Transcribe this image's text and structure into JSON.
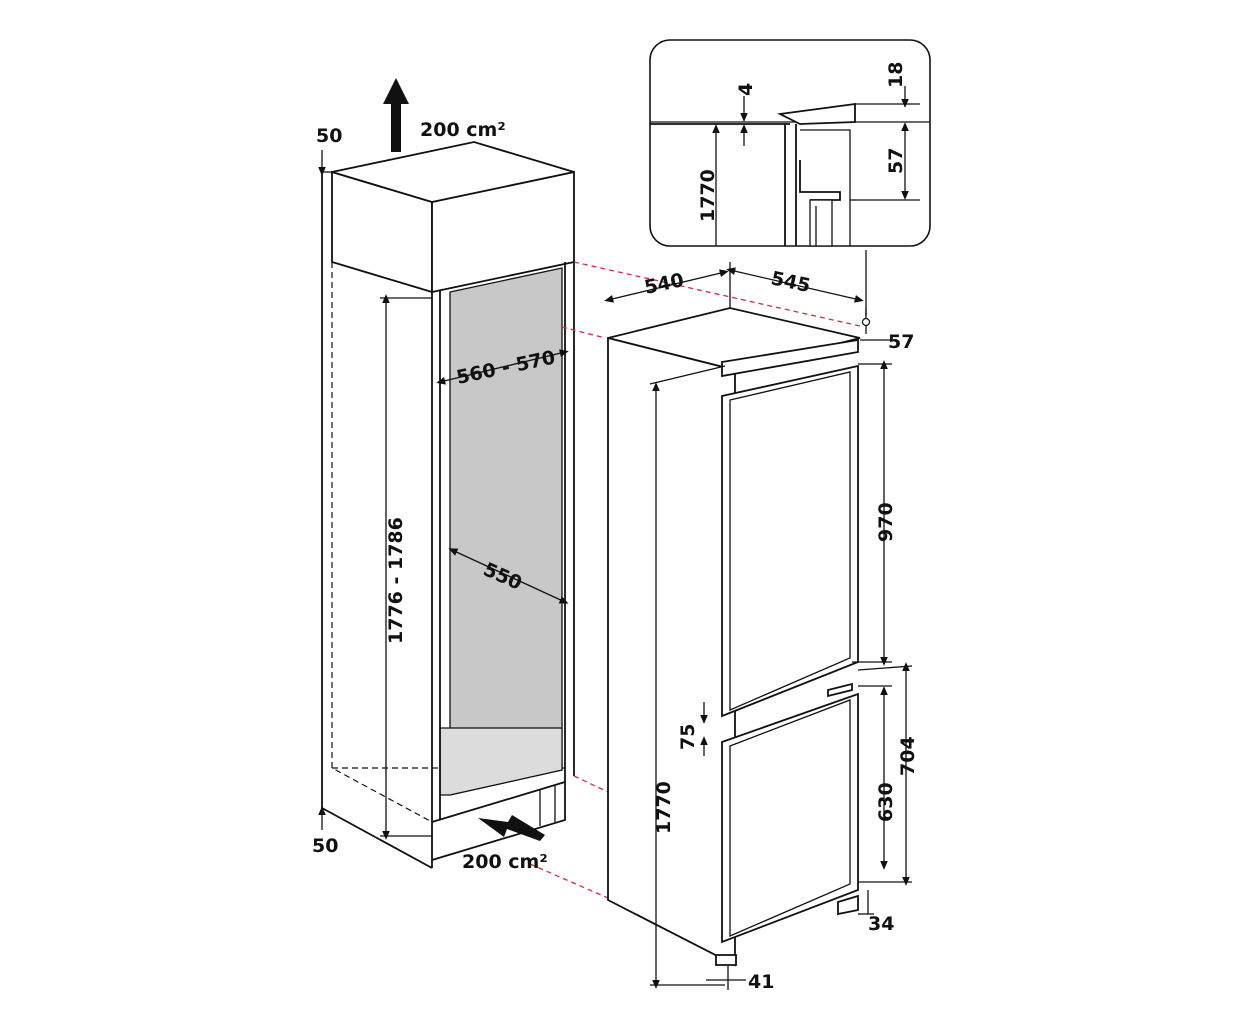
{
  "niche": {
    "top_vent_area": "200 cm²",
    "bottom_vent_area": "200 cm²",
    "top_clearance": "50",
    "bottom_clearance": "50",
    "height": "1776 - 1786",
    "width": "560 - 570",
    "depth": "550"
  },
  "appliance": {
    "depth_body": "540",
    "depth_total": "545",
    "top_offset": "57",
    "height": "1770",
    "upper_door": "970",
    "door_gap": "75",
    "lower_door_outer": "704",
    "lower_door": "630",
    "bottom_right": "34",
    "bottom_left": "41"
  },
  "detail": {
    "gap": "4",
    "hinge_top": "18",
    "hinge_height": "57",
    "height": "1770"
  }
}
